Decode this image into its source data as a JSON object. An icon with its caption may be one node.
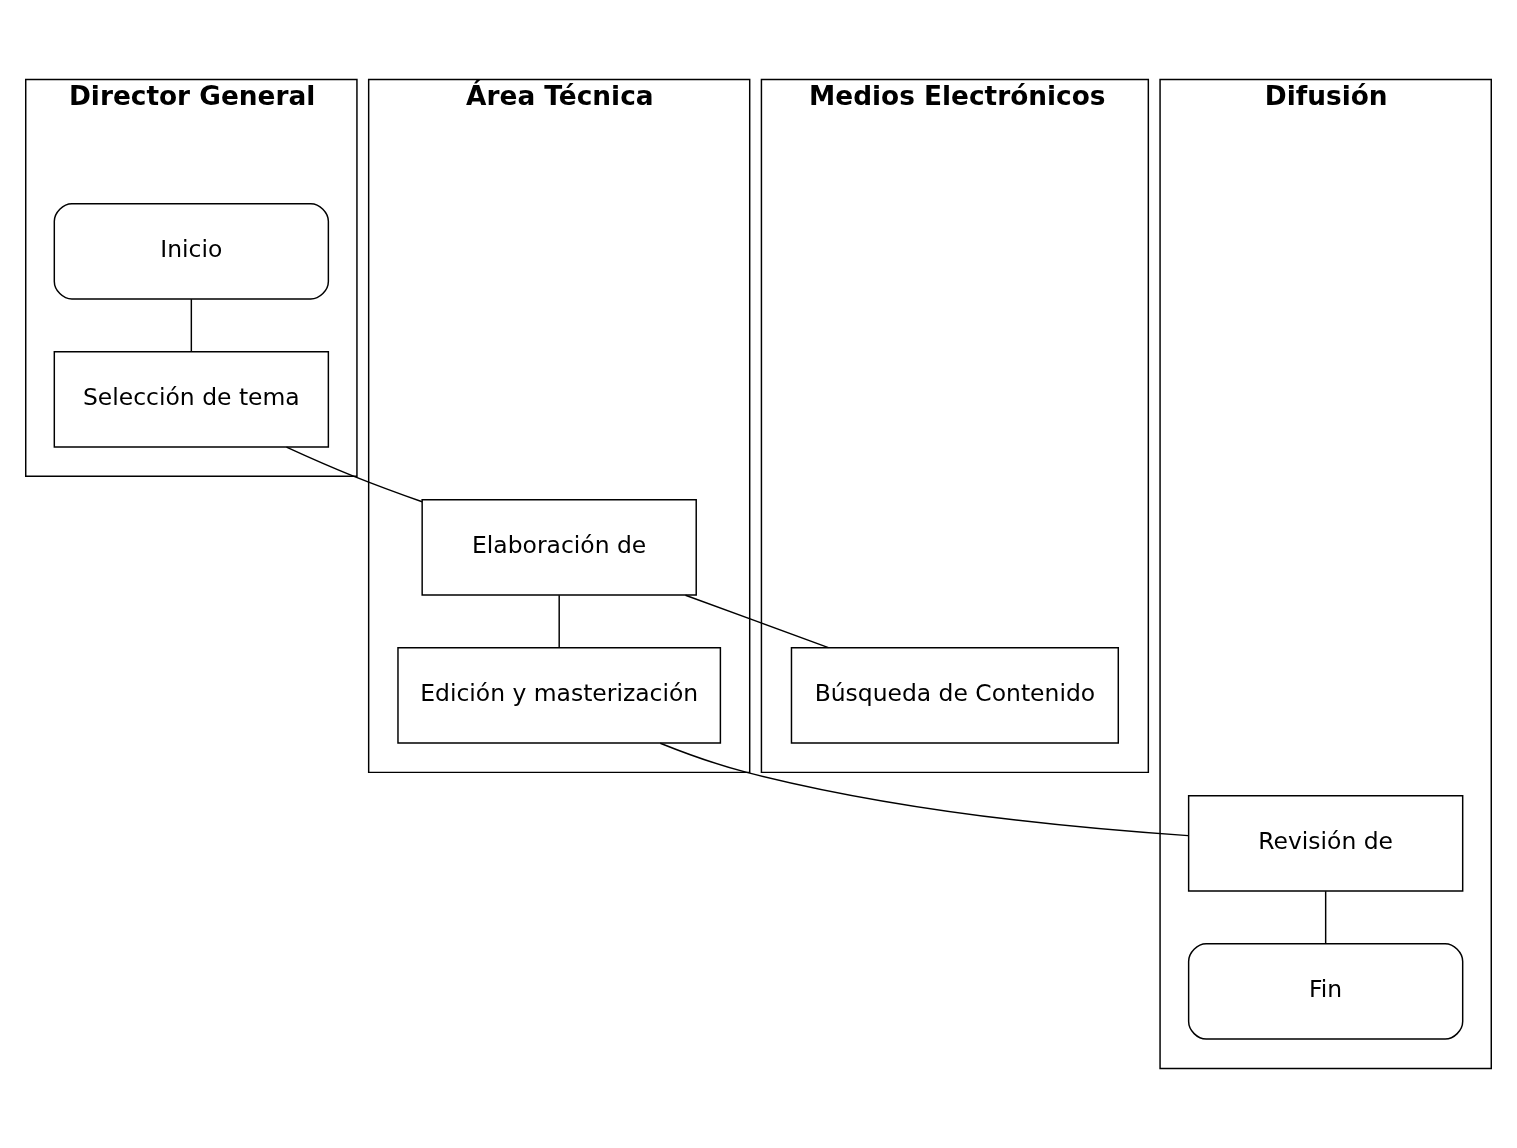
{
  "diagram": {
    "nodes": [
      {
        "text": [
          "Director General"
        ]
      },
      {
        "text": [
          "Área Técnica"
        ]
      },
      {
        "text": [
          "Medios Electrónicos"
        ]
      },
      {
        "text": [
          "Difusión"
        ]
      },
      {
        "text": [
          "Inicio"
        ],
        "in": 0
      },
      {
        "text": [
          "Selección de tema"
        ],
        "in": 0
      },
      {
        "text": [
          "Elaboración de"
        ],
        "in": 1
      },
      {
        "text": [
          "Edición y masterización"
        ],
        "in": 1
      },
      {
        "text": [
          "Búsqueda de Contenido"
        ],
        "in": 2
      },
      {
        "text": [
          "Revisión de"
        ],
        "in": 3
      },
      {
        "text": [
          "Fin"
        ],
        "in": 3
      }
    ],
    "edges": [
      {
        "from": 4,
        "to": 5,
        "arrow": "none"
      },
      {
        "from": 5,
        "to": 6,
        "arrow": "none"
      },
      {
        "from": 6,
        "to": 8,
        "arrow": "none"
      },
      {
        "from": 6,
        "to": 7,
        "arrow": "none"
      },
      {
        "from": 7,
        "to": 9,
        "arrow": "none"
      },
      {
        "from": 9,
        "to": 10,
        "arrow": "none"
      }
    ]
  }
}
